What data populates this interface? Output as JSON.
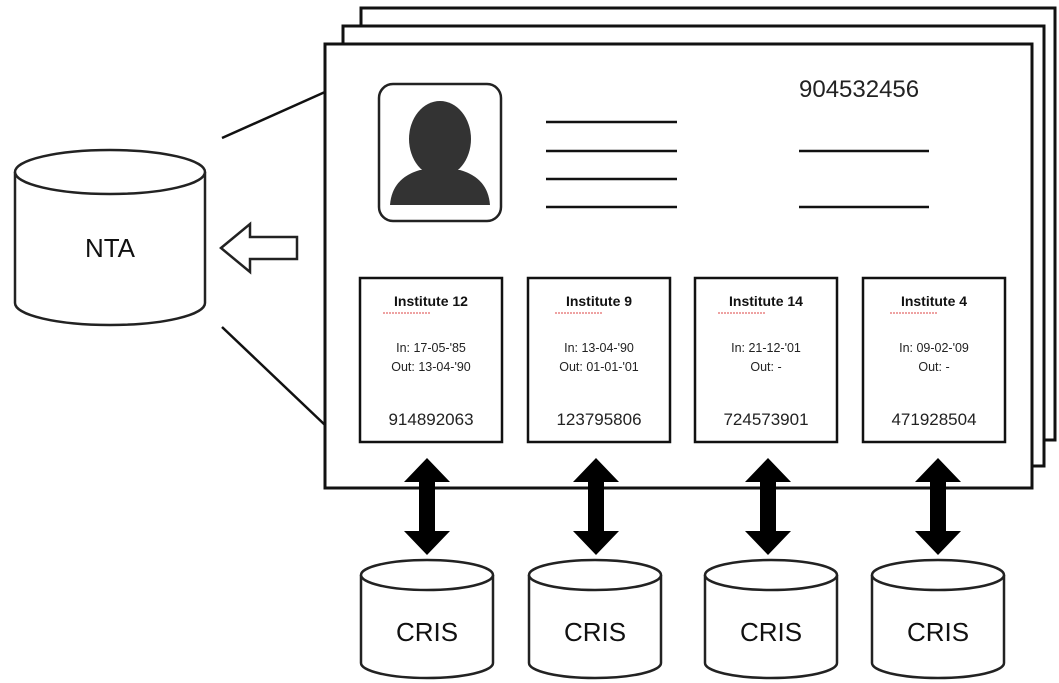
{
  "database": {
    "label": "NTA"
  },
  "record": {
    "id_number": "904532456"
  },
  "institutes": [
    {
      "name": "Institute 12",
      "in": "In: 17-05-'85",
      "out": "Out: 13-04-'90",
      "number": "914892063"
    },
    {
      "name": "Institute 9",
      "in": "In: 13-04-'90",
      "out": "Out: 01-01-'01",
      "number": "123795806"
    },
    {
      "name": "Institute 14",
      "in": "In: 21-12-'01",
      "out": "Out: -",
      "number": "724573901"
    },
    {
      "name": "Institute 4",
      "in": "In: 09-02-'09",
      "out": "Out: -",
      "number": "471928504"
    }
  ],
  "cris": [
    {
      "label": "CRIS"
    },
    {
      "label": "CRIS"
    },
    {
      "label": "CRIS"
    },
    {
      "label": "CRIS"
    }
  ]
}
